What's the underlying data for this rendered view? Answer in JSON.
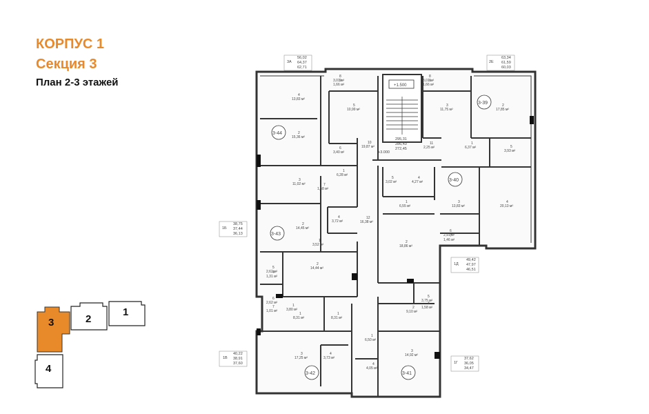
{
  "header": {
    "building": "КОРПУС 1",
    "section": "Секция 3",
    "floors": "План 2-3 этажей"
  },
  "key_plan": {
    "sections": [
      {
        "label": "3",
        "active": true
      },
      {
        "label": "2",
        "active": false
      },
      {
        "label": "1",
        "active": false
      },
      {
        "label": "4",
        "active": false
      }
    ],
    "active_color": "#e8892a"
  },
  "plan": {
    "stair_mark": "+1.500",
    "landing_mark": "+3.000",
    "hall_areas": [
      "295,31",
      "286,43",
      "272,45"
    ],
    "apartments": [
      {
        "id": "3-44",
        "type": "3А",
        "areas": [
          "56,02",
          "64,37",
          "62,71"
        ]
      },
      {
        "id": "3-39",
        "type": "2Е",
        "areas": [
          "63,34",
          "61,59",
          "60,03"
        ]
      },
      {
        "id": "3-43",
        "type": "1Б",
        "areas": [
          "38,75",
          "37,44",
          "36,13"
        ]
      },
      {
        "id": "3-40",
        "type": "1Д",
        "areas": [
          "49,42",
          "47,97",
          "46,51"
        ]
      },
      {
        "id": "3-42",
        "type": "1В",
        "areas": [
          "40,22",
          "38,91",
          "37,60"
        ]
      },
      {
        "id": "3-41",
        "type": "1Г",
        "areas": [
          "37,62",
          "36,05",
          "34,47"
        ]
      }
    ],
    "rooms": [
      {
        "n": "4",
        "a": "13,83 м²"
      },
      {
        "n": "5",
        "a": "10,99 м²"
      },
      {
        "n": "2",
        "a": "15,36 м²"
      },
      {
        "n": "6",
        "a": "3,40 м²"
      },
      {
        "n": "10",
        "a": "19,87 м²"
      },
      {
        "n": "8",
        "a": "3,01 м²"
      },
      {
        "n": "9",
        "a": "1,66 м²"
      },
      {
        "n": "8",
        "a": "3,01 м²"
      },
      {
        "n": "6",
        "a": "1,66 м²"
      },
      {
        "n": "3",
        "a": "11,75 м²"
      },
      {
        "n": "2",
        "a": "17,85 м²"
      },
      {
        "n": "11",
        "a": "2,25 м²"
      },
      {
        "n": "1",
        "a": "6,37 м²"
      },
      {
        "n": "5",
        "a": "3,93 м²"
      },
      {
        "n": "1",
        "a": "6,28 м²"
      },
      {
        "n": "5",
        "a": "3,02 м²"
      },
      {
        "n": "4",
        "a": "4,27 м²"
      },
      {
        "n": "3",
        "a": "11,02 м²"
      },
      {
        "n": "7",
        "a": "1,58 м²"
      },
      {
        "n": "2",
        "a": "14,45 м²"
      },
      {
        "n": "4",
        "a": "3,72 м²"
      },
      {
        "n": "12",
        "a": "16,38 м²"
      },
      {
        "n": "1",
        "a": "6,55 м²"
      },
      {
        "n": "3",
        "a": "13,83 м²"
      },
      {
        "n": "4",
        "a": "20,13 м²"
      },
      {
        "n": "6",
        "a": "2,91 м²"
      },
      {
        "n": "7",
        "a": "1,46 м²"
      },
      {
        "n": "1",
        "a": "3,52 м²"
      },
      {
        "n": "2",
        "a": "18,86 м²"
      },
      {
        "n": "2",
        "a": "14,44 м²"
      },
      {
        "n": "5",
        "a": "2,62 м²"
      },
      {
        "n": "4",
        "a": "1,31 м²"
      },
      {
        "n": "1",
        "a": "3,80 м²"
      },
      {
        "n": "5",
        "a": "3,75 м²"
      },
      {
        "n": "6",
        "a": "2,62 м²"
      },
      {
        "n": "7",
        "a": "1,01 м²"
      },
      {
        "n": "4",
        "a": "1,58 м²"
      },
      {
        "n": "1",
        "a": "8,31 м²"
      },
      {
        "n": "1",
        "a": "8,31 м²"
      },
      {
        "n": "2",
        "a": "9,10 м²"
      },
      {
        "n": "1",
        "a": "6,50 м²"
      },
      {
        "n": "3",
        "a": "17,25 м²"
      },
      {
        "n": "4",
        "a": "3,73 м²"
      },
      {
        "n": "3",
        "a": "14,92 м²"
      },
      {
        "n": "4",
        "a": "4,05 м²"
      }
    ]
  }
}
